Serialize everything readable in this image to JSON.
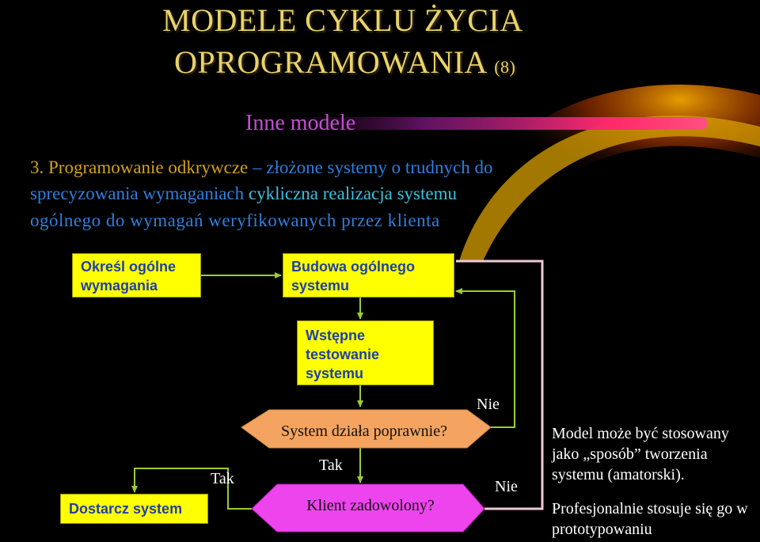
{
  "slide": {
    "title_line1": "MODELE  CYKLU  ŻYCIA",
    "title_line2": "OPROGRAMOWANIA",
    "title_number": "(8)",
    "subtitle": "Inne modele",
    "desc_lead": "3. Programowanie odkrywcze",
    "desc_mid": " – złożone systemy o trudnych do sprecyzowania wymaganiach ",
    "desc_hl": "cykliczna realizacja systemu",
    "desc_line3": "ogólnego do wymagań weryfikowanych przez klienta"
  },
  "diagram": {
    "box_define": "Określ ogólne wymagania",
    "box_build": "Budowa  ogólnego systemu",
    "box_test": "Wstępne testowanie systemu",
    "box_deliver": "Dostarcz system",
    "decision_works": "System działa poprawnie?",
    "decision_satisfied": "Klient zadowolony?",
    "label_yes_1": "Tak",
    "label_yes_2": "Tak",
    "label_no_1": "Nie",
    "label_no_2": "Nie"
  },
  "notes": {
    "note1": "Model może być stosowany jako „sposób” tworzenia systemu (amatorski).",
    "note2": "Profesjonalnie stosuje się go w prototypowaniu"
  },
  "colors": {
    "background": "#000000",
    "title": "#e9d36a",
    "subtitle": "#c050d0",
    "box_fill": "#ffff00",
    "box_text": "#1f3fa8",
    "decision1_fill": "#f4a460",
    "decision2_fill": "#ee44ee",
    "arrow_green": "#9acd32",
    "line_pink": "#f0c8d8"
  }
}
